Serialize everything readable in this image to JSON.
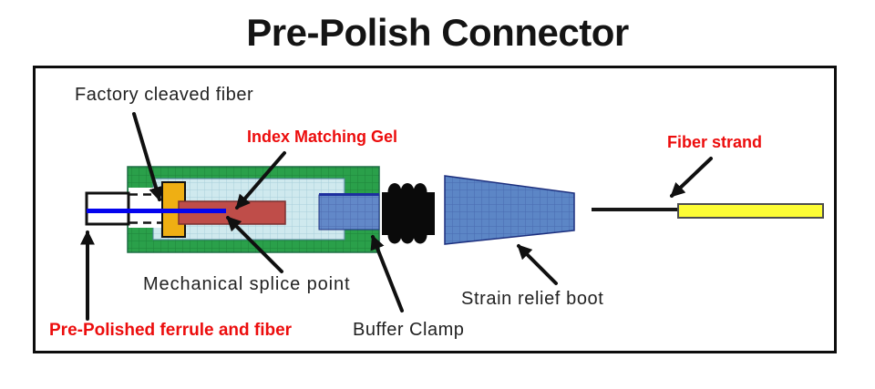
{
  "title": "Pre-Polish Connector",
  "diagram": {
    "labels": {
      "factory_cleaved_fiber": {
        "text": "Factory cleaved fiber",
        "color": "#222222"
      },
      "index_matching_gel": {
        "text": "Index Matching Gel",
        "color": "#ec0d0d"
      },
      "fiber_strand": {
        "text": "Fiber strand",
        "color": "#ec0d0d"
      },
      "mechanical_splice_point": {
        "text": "Mechanical splice point",
        "color": "#222222"
      },
      "strain_relief_boot": {
        "text": "Strain relief boot",
        "color": "#222222"
      },
      "buffer_clamp": {
        "text": "Buffer Clamp",
        "color": "#222222"
      },
      "pre_polished_ferrule": {
        "text": "Pre-Polished ferrule and fiber",
        "color": "#ec0d0d"
      }
    },
    "colors": {
      "connector_body_green": "#2aa04a",
      "inner_cavity_blue": "#cfe9ee",
      "fiber_holder_yellow": "#efaf13",
      "splice_red": "#bf4d49",
      "buffer_clamp_blue": "#6288c8",
      "boot_blue": "#5c86c6",
      "bellows_black": "#0a0a0a",
      "fiber_line_blue": "#0404ee",
      "fiber_strand_yellow": "#fdfd35",
      "ferrule_white": "#ffffff"
    }
  }
}
